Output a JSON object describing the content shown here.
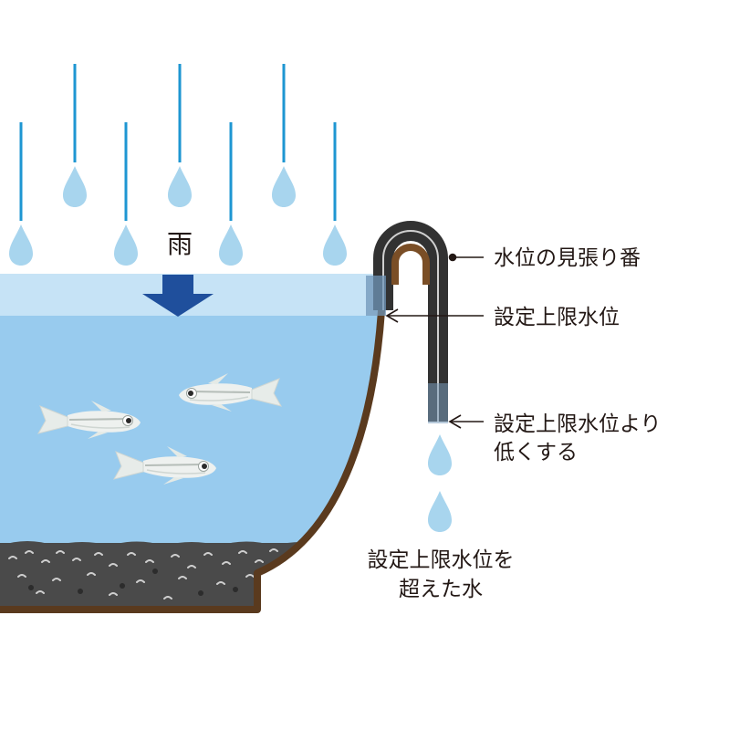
{
  "diagram": {
    "rain_label": "雨",
    "labels": {
      "siphon": "水位の見張り番",
      "upper_limit": "設定上限水位",
      "outlet_line1": "設定上限水位より",
      "outlet_line2": "低くする",
      "overflow_line1": "設定上限水位を",
      "overflow_line2": "超えた水"
    },
    "icons": {
      "rain": "raindrop-icon",
      "fish": "medaka-fish-icon",
      "arrow": "down-arrow-icon"
    },
    "colors": {
      "rain_streak": "#1e96d2",
      "raindrop": "#a8d5ee",
      "water": "#98cbee",
      "water_surface_band": "#c6e3f6",
      "arrow": "#1f4f9c",
      "pot": "#5a3a1e",
      "gravel": "#4a4a4a",
      "siphon_tube": "#323232",
      "text": "#231815"
    }
  }
}
